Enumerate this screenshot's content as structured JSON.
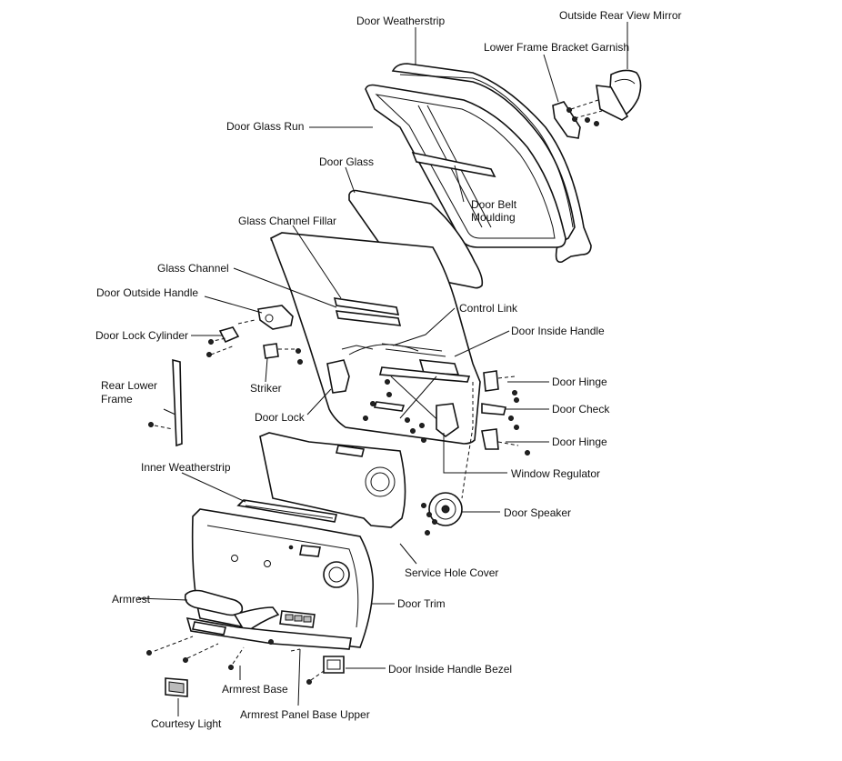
{
  "labels": {
    "door_weatherstrip": "Door Weatherstrip",
    "outside_rear_view_mirror": "Outside Rear View Mirror",
    "lower_frame_bracket_garnish": "Lower Frame Bracket Garnish",
    "door_glass_run": "Door Glass Run",
    "door_glass": "Door Glass",
    "door_belt_moulding_1": "Door Belt",
    "door_belt_moulding_2": "Moulding",
    "glass_channel_fillar": "Glass Channel Fillar",
    "glass_channel": "Glass Channel",
    "door_outside_handle": "Door Outside Handle",
    "control_link": "Control Link",
    "door_inside_handle": "Door Inside Handle",
    "door_lock_cylinder": "Door Lock Cylinder",
    "rear_lower_frame_1": "Rear Lower",
    "rear_lower_frame_2": "Frame",
    "striker": "Striker",
    "door_hinge_upper": "Door Hinge",
    "door_check": "Door Check",
    "door_lock": "Door Lock",
    "door_hinge_lower": "Door Hinge",
    "window_regulator": "Window Regulator",
    "inner_weatherstrip": "Inner Weatherstrip",
    "door_speaker": "Door Speaker",
    "service_hole_cover": "Service Hole Cover",
    "armrest": "Armrest",
    "door_trim": "Door Trim",
    "door_inside_handle_bezel": "Door Inside Handle Bezel",
    "armrest_base": "Armrest Base",
    "armrest_panel_base_upper": "Armrest Panel Base Upper",
    "courtesy_light": "Courtesy Light"
  }
}
